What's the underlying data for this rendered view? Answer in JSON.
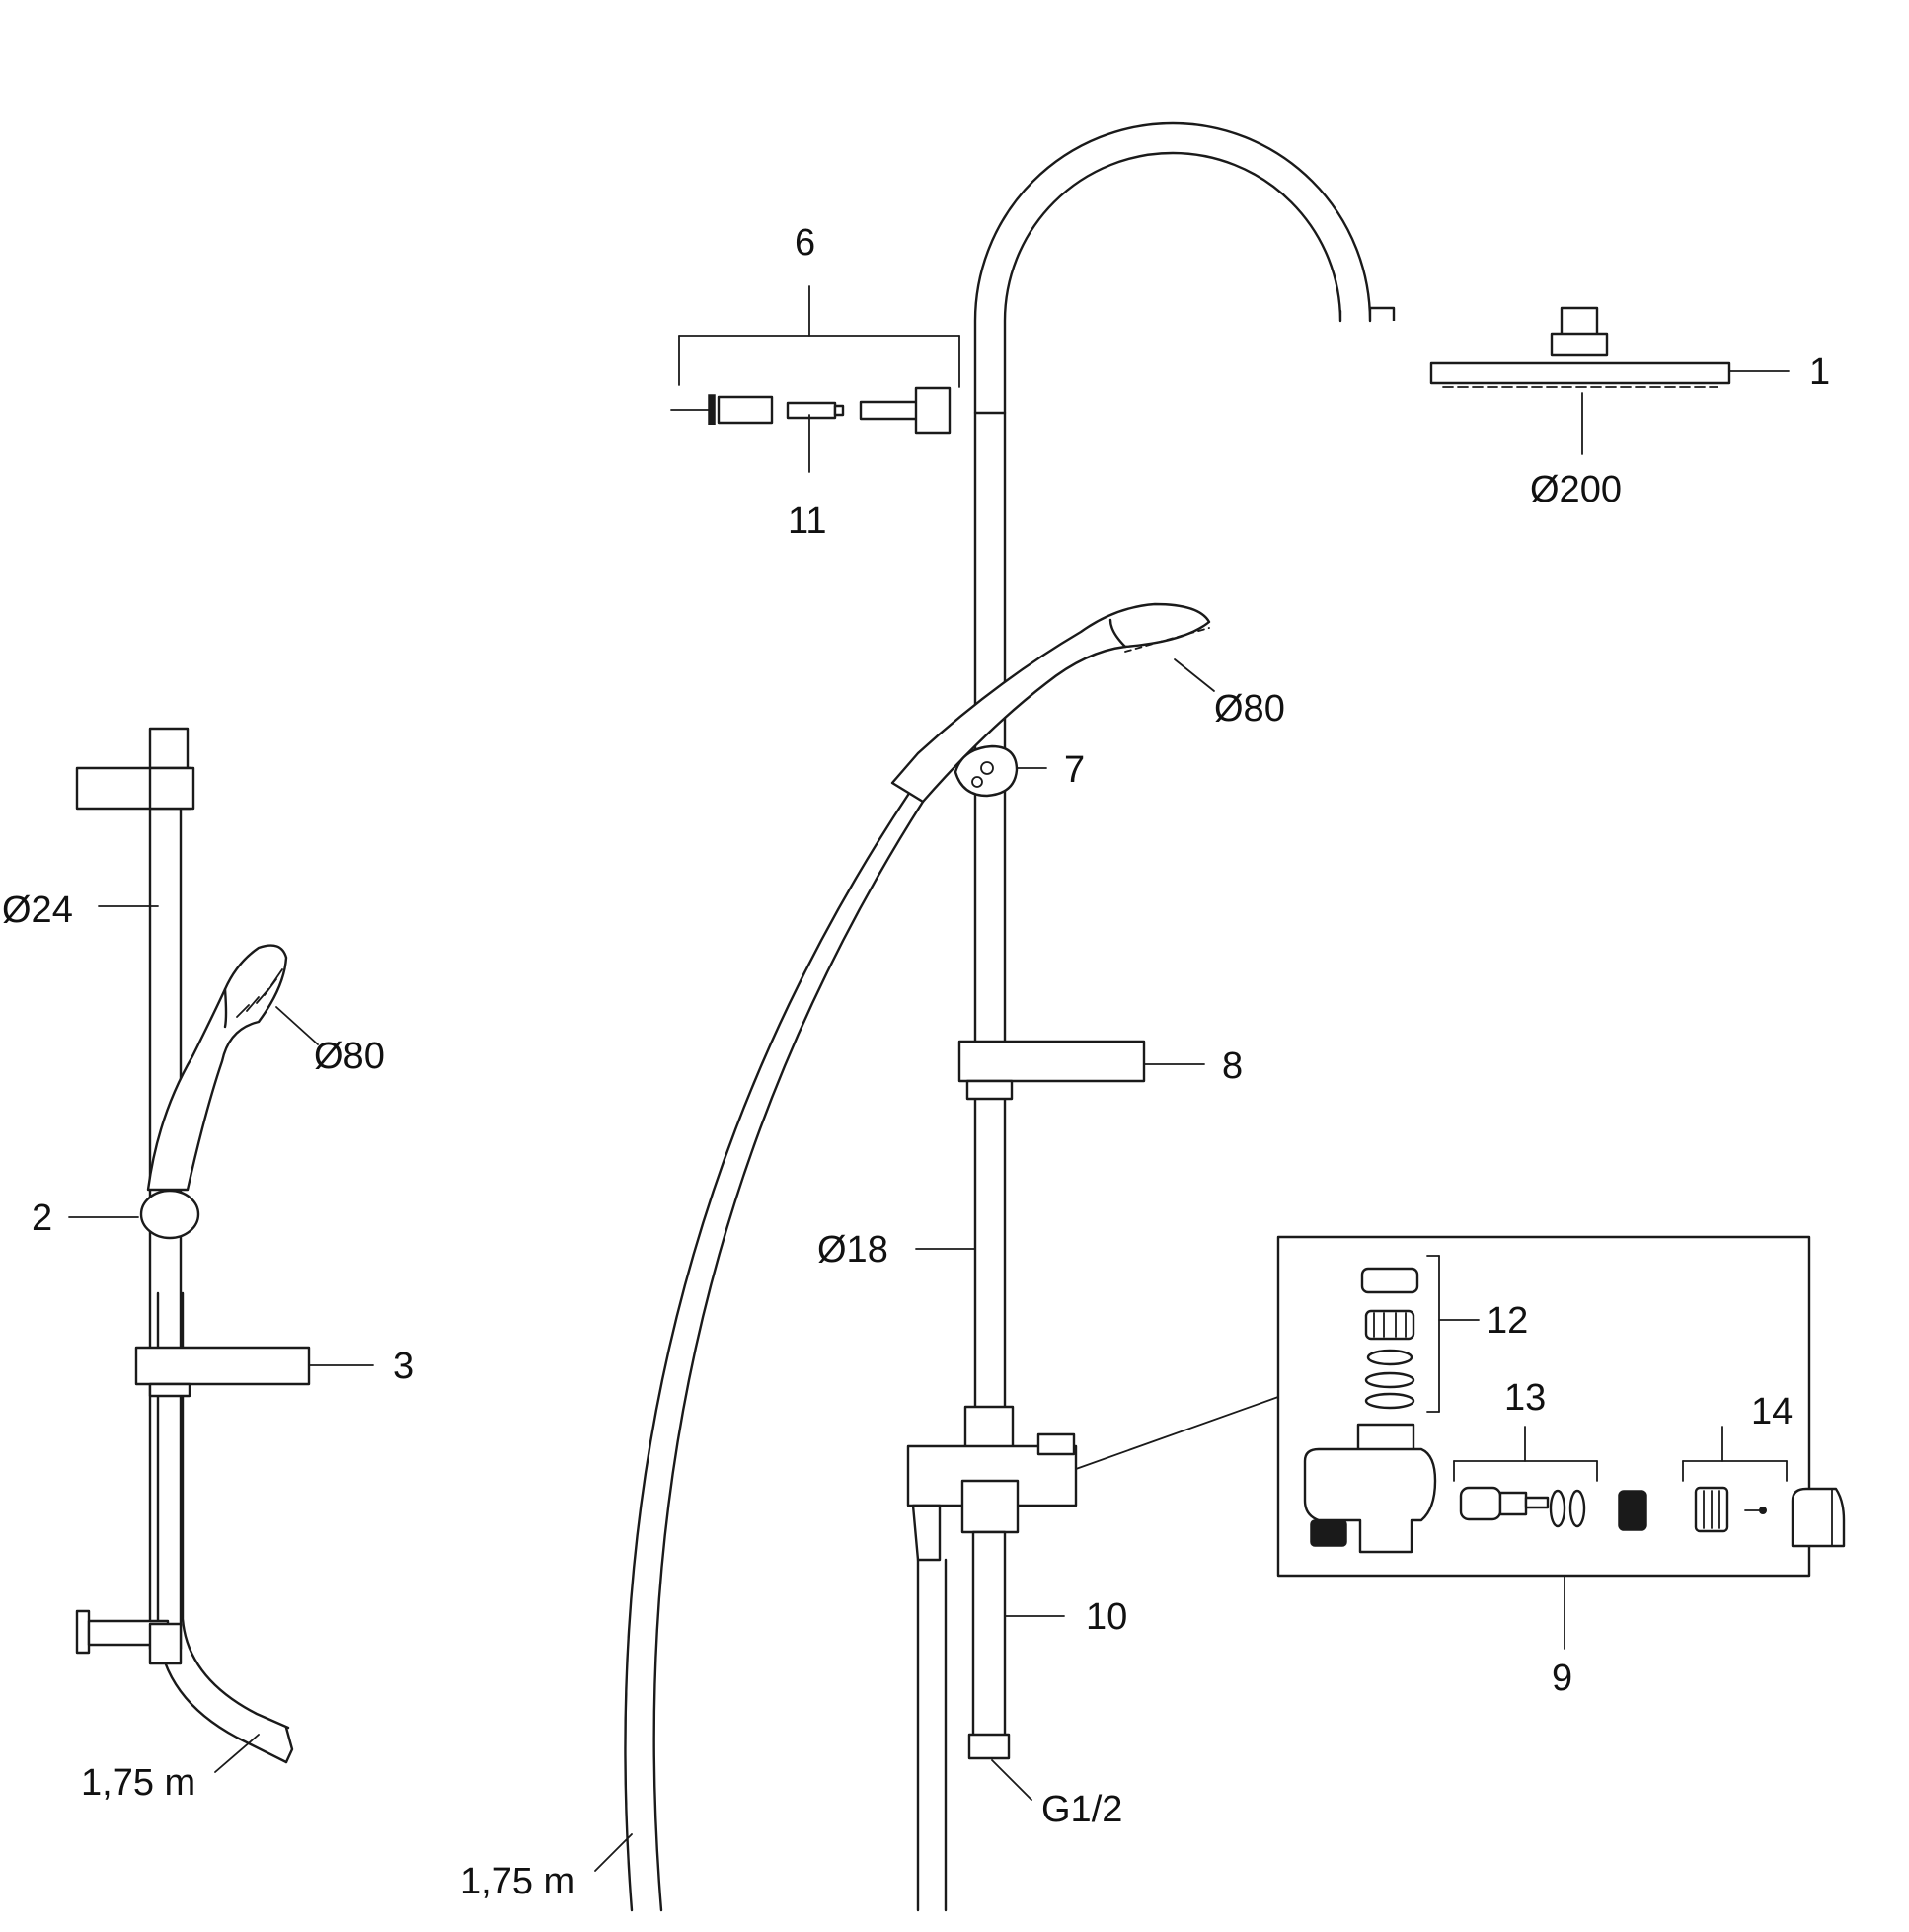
{
  "labels": {
    "overhead_shower": "1",
    "overhead_diameter": "Ø200",
    "mount_group": "6",
    "mount_subpart": "11",
    "handshower_right_diameter": "Ø80",
    "handshower_holder": "7",
    "soap_dish_right": "8",
    "riser_diameter": "Ø18",
    "hose_right_length": "1,75 m",
    "valve_unit": "9",
    "inlet_pipe": "10",
    "thread_size": "G1/2",
    "detail_cartridge": "12",
    "detail_spindle": "13",
    "detail_handle": "14",
    "rail_diameter": "Ø24",
    "handshower_left_diameter": "Ø80",
    "slider": "2",
    "soap_dish_left": "3",
    "hose_left_length": "1,75 m"
  },
  "colors": {
    "line": "#1a1a1a",
    "background": "#ffffff",
    "text": "#111111"
  }
}
